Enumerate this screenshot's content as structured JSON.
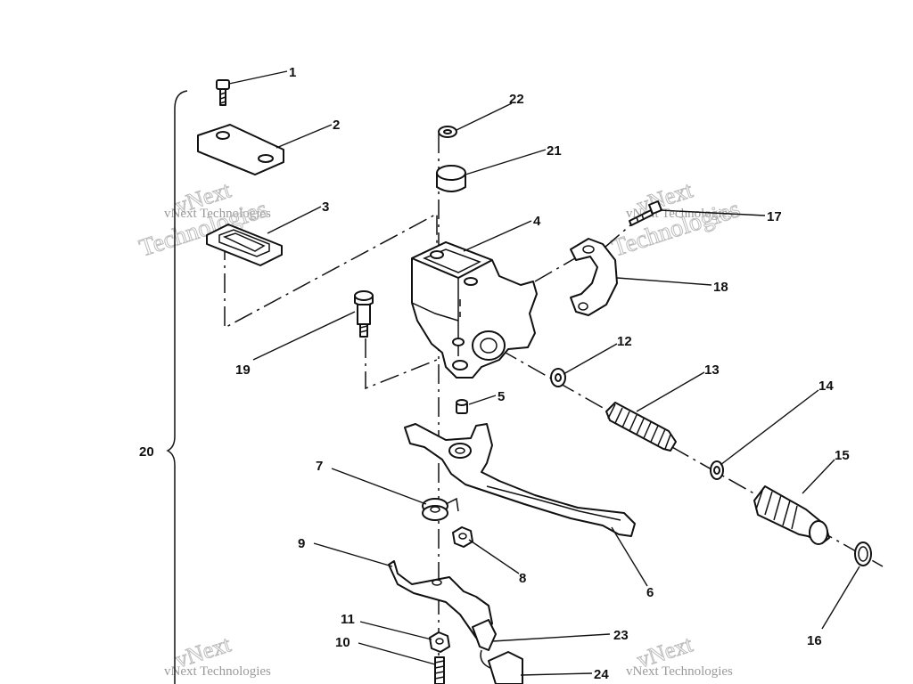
{
  "callouts": [
    "1",
    "2",
    "3",
    "4",
    "5",
    "6",
    "7",
    "8",
    "9",
    "10",
    "11",
    "12",
    "13",
    "14",
    "15",
    "16",
    "17",
    "18",
    "19",
    "20",
    "21",
    "22",
    "23",
    "24"
  ],
  "watermark": {
    "brand": "vNext",
    "line1": "vNext Technologies",
    "line2": "Technologies"
  }
}
